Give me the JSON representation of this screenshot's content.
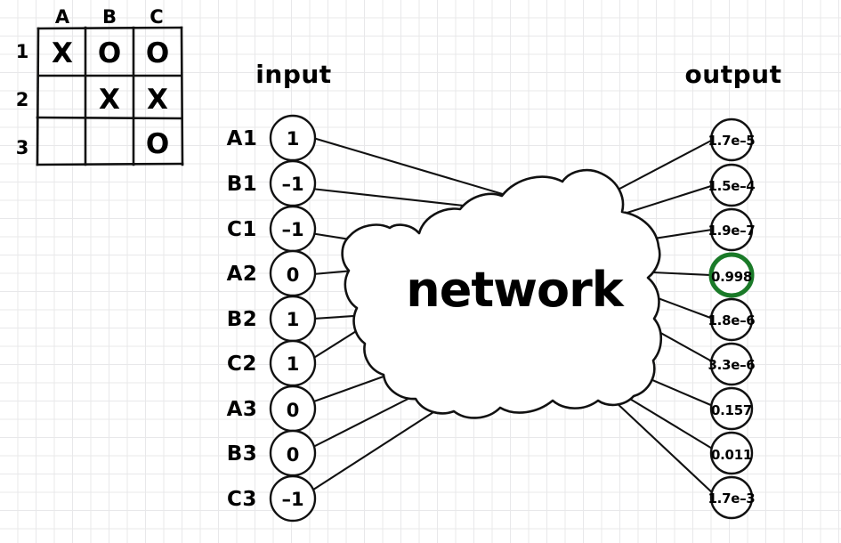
{
  "headers": {
    "input_title": "input",
    "output_title": "output",
    "cloud_label": "network"
  },
  "board": {
    "column_labels": [
      "A",
      "B",
      "C"
    ],
    "row_labels": [
      "1",
      "2",
      "3"
    ],
    "cells": [
      [
        "X",
        "O",
        "O"
      ],
      [
        "",
        "X",
        "X"
      ],
      [
        "",
        "",
        "O"
      ]
    ]
  },
  "inputs": [
    {
      "label": "A1",
      "value": "1"
    },
    {
      "label": "B1",
      "value": "–1"
    },
    {
      "label": "C1",
      "value": "–1"
    },
    {
      "label": "A2",
      "value": "0"
    },
    {
      "label": "B2",
      "value": "1"
    },
    {
      "label": "C2",
      "value": "1"
    },
    {
      "label": "A3",
      "value": "0"
    },
    {
      "label": "B3",
      "value": "0"
    },
    {
      "label": "C3",
      "value": "–1"
    }
  ],
  "outputs": [
    {
      "value": "1.7e–5",
      "highlighted": false
    },
    {
      "value": "1.5e–4",
      "highlighted": false
    },
    {
      "value": "1.9e–7",
      "highlighted": false
    },
    {
      "value": "0.998",
      "highlighted": true
    },
    {
      "value": "1.8e–6",
      "highlighted": false
    },
    {
      "value": "3.3e–6",
      "highlighted": false
    },
    {
      "value": "0.157",
      "highlighted": false
    },
    {
      "value": "0.011",
      "highlighted": false
    },
    {
      "value": "1.7e–3",
      "highlighted": false
    }
  ],
  "colors": {
    "ink": "#111111",
    "highlight": "#1a7a28",
    "grid_line": "#e8e8ea",
    "background": "#ffffff"
  }
}
